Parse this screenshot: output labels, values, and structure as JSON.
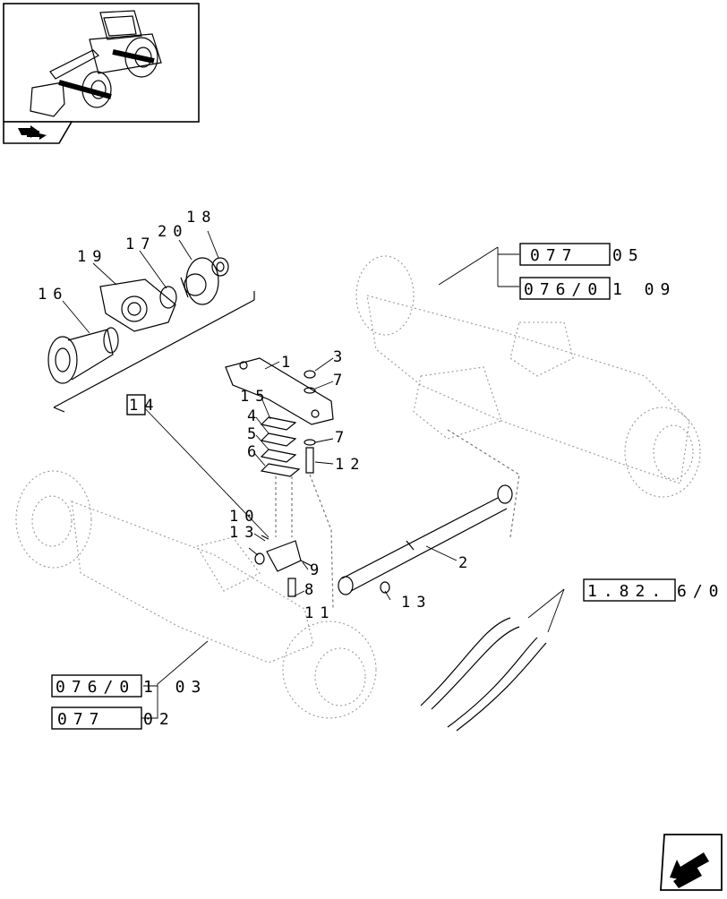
{
  "callouts": {
    "c1": "1",
    "c2": "2",
    "c3": "3",
    "c4": "4",
    "c5": "5",
    "c6": "6",
    "c7a": "7",
    "c7b": "7",
    "c8": "8",
    "c9": "9",
    "c10": "10",
    "c11": "11",
    "c12": "12",
    "c13a": "13",
    "c13b": "13",
    "c14": "14",
    "c15": "15",
    "c16": "16",
    "c17": "17",
    "c18": "18",
    "c19": "19",
    "c20": "20"
  },
  "references": {
    "ref_077_05_box": "077",
    "ref_077_05_suffix": "05",
    "ref_076_01_09_box": "076/0",
    "ref_076_01_09_suffix": "1  09",
    "ref_182_60_box": "1.82.",
    "ref_182_60_suffix": "6/0",
    "ref_076_01_03_box": "076/0",
    "ref_076_01_03_suffix": "1  03",
    "ref_077_02_box": "077",
    "ref_077_02_suffix": "02"
  },
  "icons": {
    "thumbnail": "wheel-loader-thumbnail-icon",
    "thumbnail_nav": "arrow-swap-icon",
    "next_page": "next-page-arrow-icon"
  }
}
